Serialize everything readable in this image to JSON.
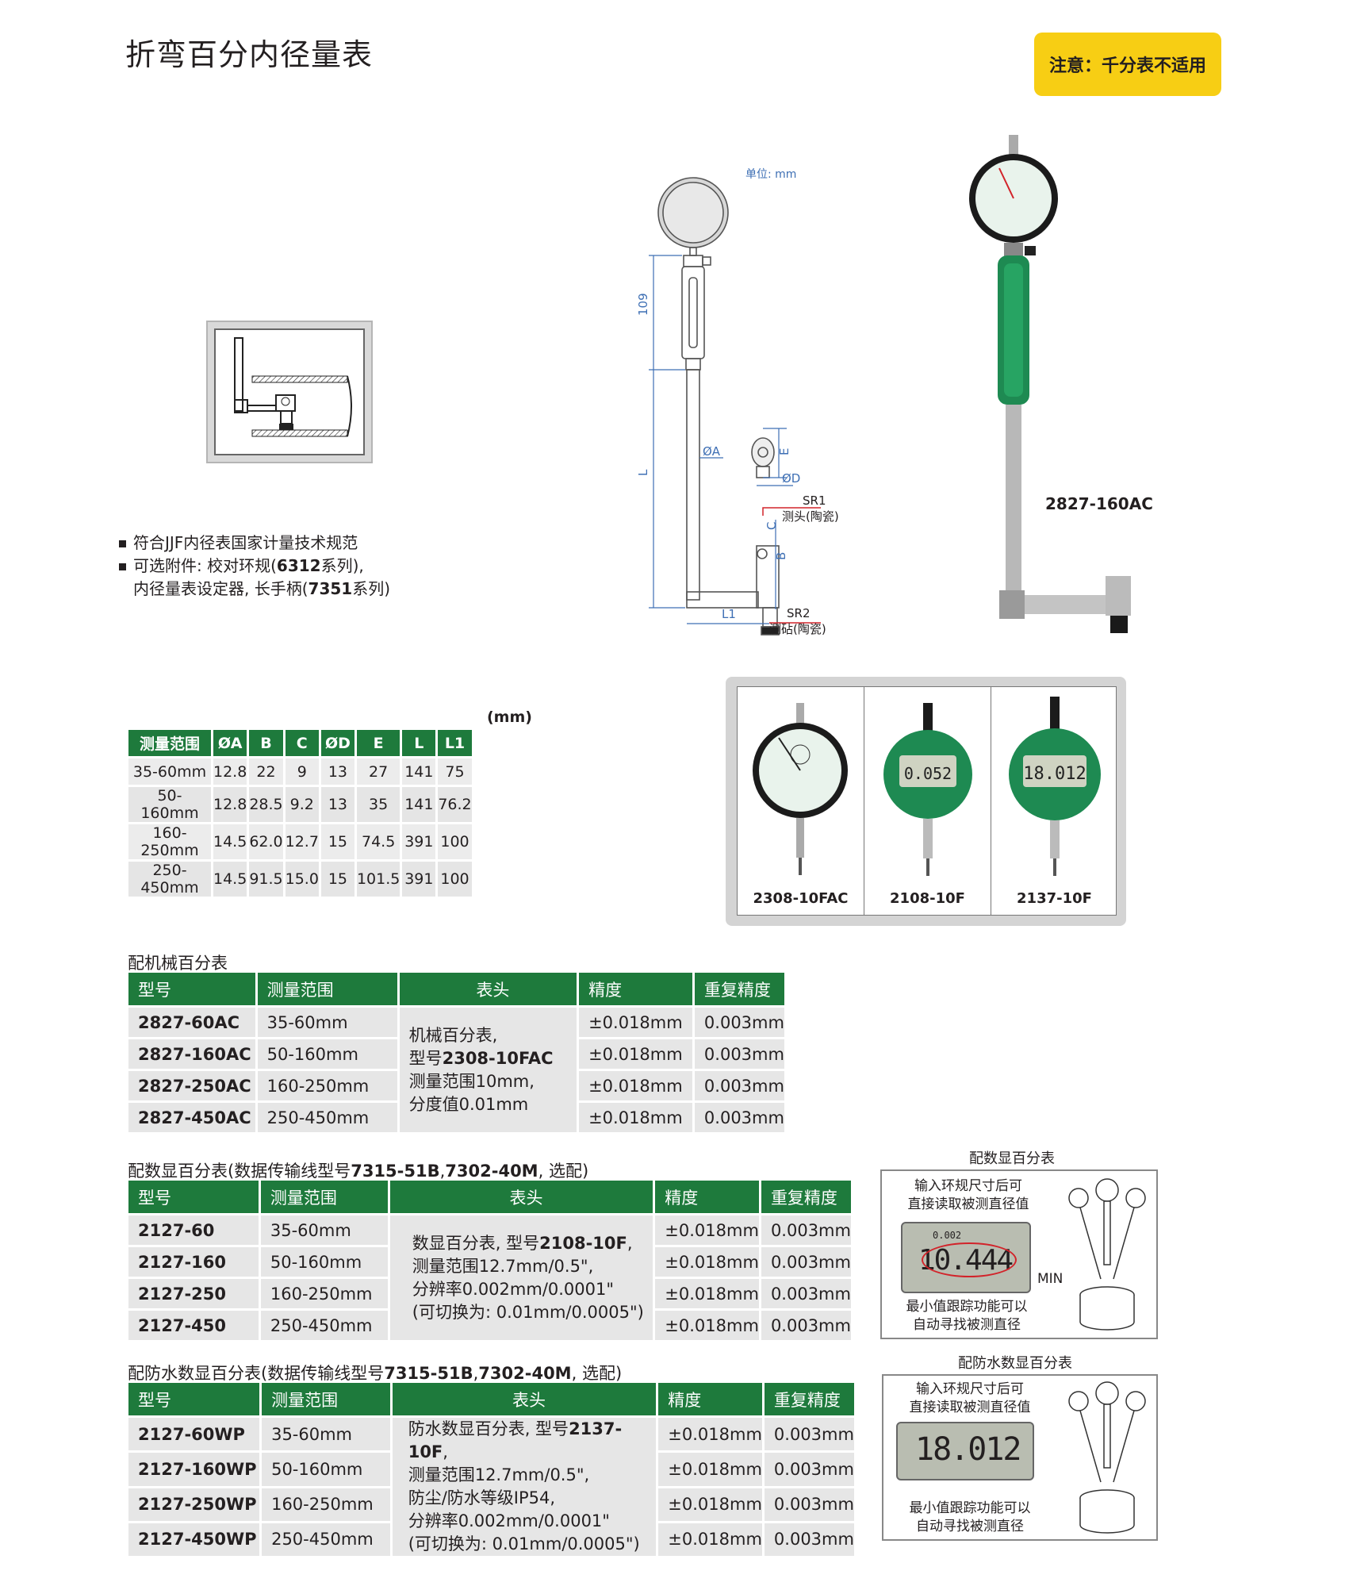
{
  "title": "折弯百分内径量表",
  "notice": "注意：千分表不适用",
  "diagram": {
    "unit": "单位: mm",
    "dim_109": "109",
    "dim_L": "L",
    "dim_A": "ØA",
    "dim_E": "E",
    "dim_D": "ØD",
    "dim_C": "C",
    "dim_B": "B",
    "dim_L1": "L1",
    "sr1": "SR1",
    "sr1_note": "测头(陶瓷)",
    "sr2": "SR2",
    "sr2_note": "测砧(陶瓷)"
  },
  "product_label": "2827-160AC",
  "bullets": {
    "b1": "符合JJF内径表国家计量技术规范",
    "b2_a": "可选附件: 校对环规(",
    "b2_b": "6312",
    "b2_c": "系列),",
    "b3_a": "内径量表设定器, 长手柄(",
    "b3_b": "7351",
    "b3_c": "系列)"
  },
  "dim_table": {
    "unit": "(mm)",
    "headers": [
      "测量范围",
      "ØA",
      "B",
      "C",
      "ØD",
      "E",
      "L",
      "L1"
    ],
    "rows": [
      [
        "35-60mm",
        "12.8",
        "22",
        "9",
        "13",
        "27",
        "141",
        "75"
      ],
      [
        "50-160mm",
        "12.8",
        "28.5",
        "9.2",
        "13",
        "35",
        "141",
        "76.2"
      ],
      [
        "160-250mm",
        "14.5",
        "62.0",
        "12.7",
        "15",
        "74.5",
        "391",
        "100"
      ],
      [
        "250-450mm",
        "14.5",
        "91.5",
        "15.0",
        "15",
        "101.5",
        "391",
        "100"
      ]
    ]
  },
  "gauges": [
    "2308-10FAC",
    "2108-10F",
    "2137-10F"
  ],
  "digital_readings": {
    "g2": "0.052",
    "g3": "18.012"
  },
  "mech_section": {
    "title": "配机械百分表",
    "headers": [
      "型号",
      "测量范围",
      "表头",
      "精度",
      "重复精度"
    ],
    "head_lines": [
      "机械百分表,",
      "型号",
      "2308-10FAC",
      "测量范围10mm,",
      "分度值0.01mm"
    ],
    "rows": [
      [
        "2827-60AC",
        "35-60mm",
        "±0.018mm",
        "0.003mm"
      ],
      [
        "2827-160AC",
        "50-160mm",
        "±0.018mm",
        "0.003mm"
      ],
      [
        "2827-250AC",
        "160-250mm",
        "±0.018mm",
        "0.003mm"
      ],
      [
        "2827-450AC",
        "250-450mm",
        "±0.018mm",
        "0.003mm"
      ]
    ]
  },
  "digital_section": {
    "title_a": "配数显百分表(数据传输线型号",
    "title_b": "7315-51B",
    "title_c": ",",
    "title_d": "7302-40M",
    "title_e": ", 选配)",
    "headers": [
      "型号",
      "测量范围",
      "表头",
      "精度",
      "重复精度"
    ],
    "head_lines": [
      "数显百分表, 型号",
      "2108-10F",
      ",",
      "测量范围12.7mm/0.5\",",
      "分辨率0.002mm/0.0001\"",
      "(可切换为: 0.01mm/0.0005\")"
    ],
    "rows": [
      [
        "2127-60",
        "35-60mm",
        "±0.018mm",
        "0.003mm"
      ],
      [
        "2127-160",
        "50-160mm",
        "±0.018mm",
        "0.003mm"
      ],
      [
        "2127-250",
        "160-250mm",
        "±0.018mm",
        "0.003mm"
      ],
      [
        "2127-450",
        "250-450mm",
        "±0.018mm",
        "0.003mm"
      ]
    ],
    "panel": {
      "title": "配数显百分表",
      "line1": "输入环规尺寸后可",
      "line2": "直接读取被测直径值",
      "reading": "10.444",
      "small_reading": "0.002",
      "min_label": "MIN",
      "line3": "最小值跟踪功能可以",
      "line4": "自动寻找被测直径"
    }
  },
  "waterproof_section": {
    "title_a": "配防水数显百分表(数据传输线型号",
    "title_b": "7315-51B",
    "title_c": ",",
    "title_d": "7302-40M",
    "title_e": ", 选配)",
    "headers": [
      "型号",
      "测量范围",
      "表头",
      "精度",
      "重复精度"
    ],
    "head_lines": [
      "防水数显百分表, 型号",
      "2137-10F",
      ",",
      "测量范围12.7mm/0.5\",",
      "防尘/防水等级IP54,",
      "分辨率0.002mm/0.0001\"",
      "(可切换为: 0.01mm/0.0005\")"
    ],
    "rows": [
      [
        "2127-60WP",
        "35-60mm",
        "±0.018mm",
        "0.003mm"
      ],
      [
        "2127-160WP",
        "50-160mm",
        "±0.018mm",
        "0.003mm"
      ],
      [
        "2127-250WP",
        "160-250mm",
        "±0.018mm",
        "0.003mm"
      ],
      [
        "2127-450WP",
        "250-450mm",
        "±0.018mm",
        "0.003mm"
      ]
    ],
    "panel": {
      "title": "配防水数显百分表",
      "line1": "输入环规尺寸后可",
      "line2": "直接读取被测直径值",
      "reading": "18.012",
      "line3": "最小值跟踪功能可以",
      "line4": "自动寻找被测直径"
    }
  }
}
